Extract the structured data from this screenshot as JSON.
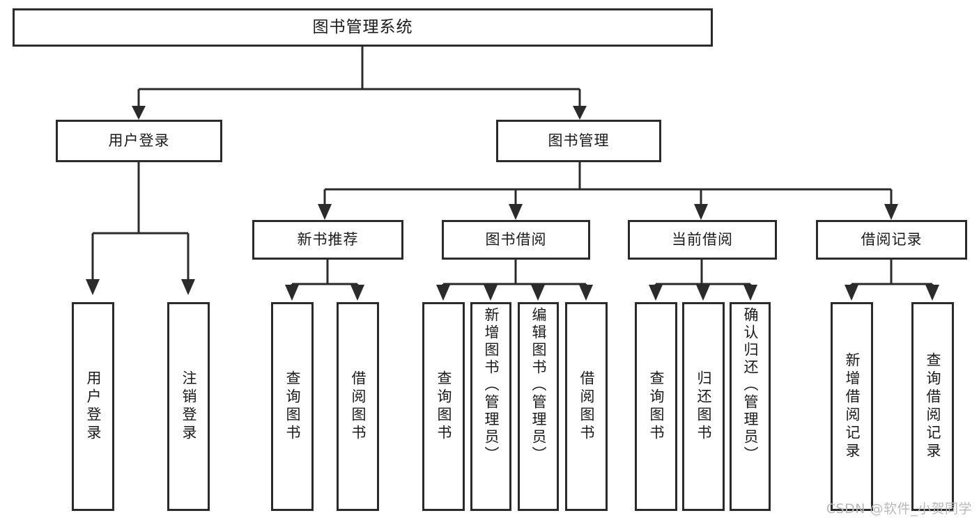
{
  "diagram": {
    "title": "图书管理系统",
    "root": {
      "label": "图书管理系统"
    },
    "level2": [
      {
        "label": "用户登录"
      },
      {
        "label": "图书管理"
      }
    ],
    "level3": [
      {
        "label": "新书推荐"
      },
      {
        "label": "图书借阅"
      },
      {
        "label": "当前借阅"
      },
      {
        "label": "借阅记录"
      }
    ],
    "leaves": [
      {
        "label": "用户登录",
        "parent": "用户登录"
      },
      {
        "label": "注销登录",
        "parent": "用户登录"
      },
      {
        "label": "查询图书",
        "parent": "新书推荐"
      },
      {
        "label": "借阅图书",
        "parent": "新书推荐"
      },
      {
        "label": "查询图书",
        "parent": "图书借阅"
      },
      {
        "label": "新增图书（管理员）",
        "parent": "图书借阅"
      },
      {
        "label": "编辑图书（管理员）",
        "parent": "图书借阅"
      },
      {
        "label": "借阅图书",
        "parent": "图书借阅"
      },
      {
        "label": "查询图书",
        "parent": "当前借阅"
      },
      {
        "label": "归还图书",
        "parent": "当前借阅"
      },
      {
        "label": "确认归还（管理员）",
        "parent": "当前借阅"
      },
      {
        "label": "新增借阅记录",
        "parent": "借阅记录"
      },
      {
        "label": "查询借阅记录",
        "parent": "借阅记录"
      }
    ]
  },
  "watermark": {
    "text": "CSDN @软件_小贺同学"
  },
  "colors": {
    "stroke": "#2b2b2b",
    "background": "#ffffff",
    "watermark": "#b9b9b9"
  }
}
